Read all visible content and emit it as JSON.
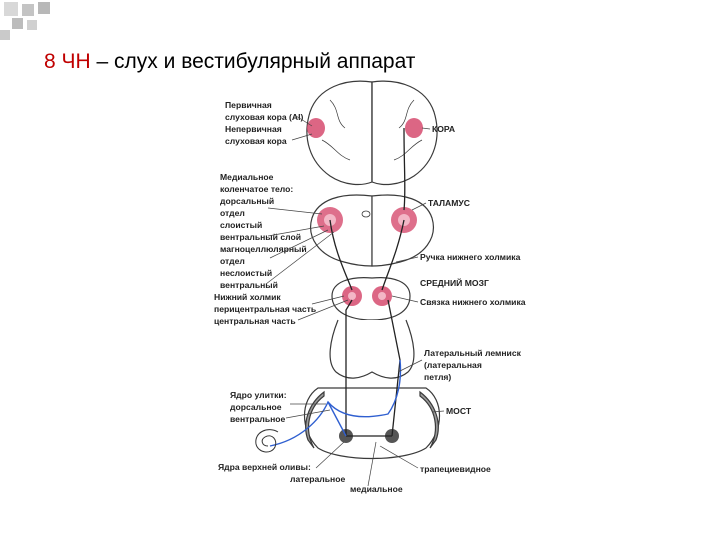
{
  "slide": {
    "title_prefix": "8 ЧН",
    "title_rest": " – слух и  вестибулярный аппарат",
    "accent_color": "#c00000"
  },
  "diagram": {
    "labels_left": {
      "primary_cortex_1": "Первичная",
      "primary_cortex_2": "слуховая кора (AI)",
      "nonprimary_cortex_1": "Непервичная",
      "nonprimary_cortex_2": "слуховая кора",
      "mgb_1": "Медиальное",
      "mgb_2": "коленчатое тело:",
      "mgb_3": "дорсальный",
      "mgb_4": "отдел",
      "mgb_5": "слоистый",
      "mgb_6": "вентральный  слой",
      "mgb_7": "магноцеллюлярный",
      "mgb_8": "отдел",
      "mgb_9": "неслоистый",
      "mgb_10": "вентральный",
      "ic_1": "Нижний холмик",
      "ic_2": "перицентральная часть",
      "ic_3": "центральная часть",
      "cochlear_1": "Ядро улитки:",
      "cochlear_2": "дорсальное",
      "cochlear_3": "вентральное",
      "olive_1": "Ядра верхней оливы:",
      "olive_2": "латеральное",
      "olive_3": "медиальное"
    },
    "labels_right": {
      "cortex": "КОРА",
      "thalamus": "ТАЛАМУС",
      "brachium": "Ручка нижнего холмика",
      "midbrain": "СРЕДНИЙ МОЗГ",
      "commissure": "Связка нижнего холмика",
      "lemniscus_1": "Латеральный лемниск",
      "lemniscus_2": "(латеральная",
      "lemniscus_3": "петля)",
      "pons": "МОСТ",
      "trapezoid": "трапециевидное"
    },
    "colors": {
      "nucleus": "#d64b6e",
      "nucleus_light": "#f3b7c6",
      "outline": "#3a3a3a",
      "pathway_blue": "#2f5fd0",
      "pons_gray": "#9a9a9a"
    }
  }
}
